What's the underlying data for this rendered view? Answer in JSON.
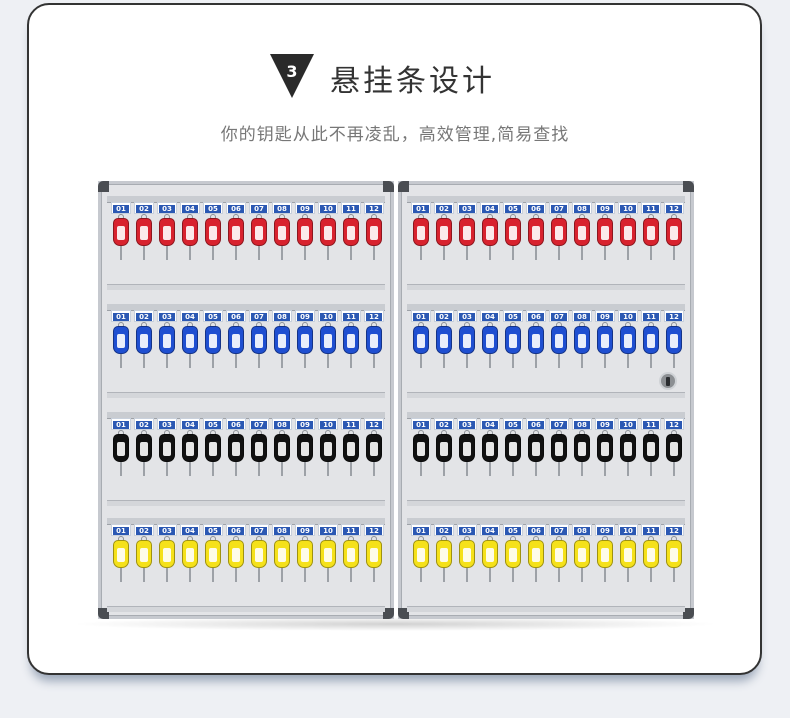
{
  "section": {
    "step_number": "3",
    "title": "悬挂条设计",
    "subtitle": "你的钥匙从此不再凌乱，高效管理,简易查找"
  },
  "colors": {
    "badge_fill": "#2a2a2a",
    "label_blue": "#2b58b3",
    "tag_rows": [
      "#d8222e",
      "#1f4fd1",
      "#111111",
      "#f5e11a"
    ]
  },
  "cabinets": [
    {
      "name": "left",
      "rows": 4,
      "slot_numbers": [
        "01",
        "02",
        "03",
        "04",
        "05",
        "06",
        "07",
        "08",
        "09",
        "10",
        "11",
        "12"
      ],
      "has_lock": false
    },
    {
      "name": "right",
      "rows": 4,
      "slot_numbers": [
        "01",
        "02",
        "03",
        "04",
        "05",
        "06",
        "07",
        "08",
        "09",
        "10",
        "11",
        "12"
      ],
      "has_lock": true
    }
  ],
  "icons": {
    "badge": "inverted-triangle-badge",
    "lock": "lock-icon"
  }
}
